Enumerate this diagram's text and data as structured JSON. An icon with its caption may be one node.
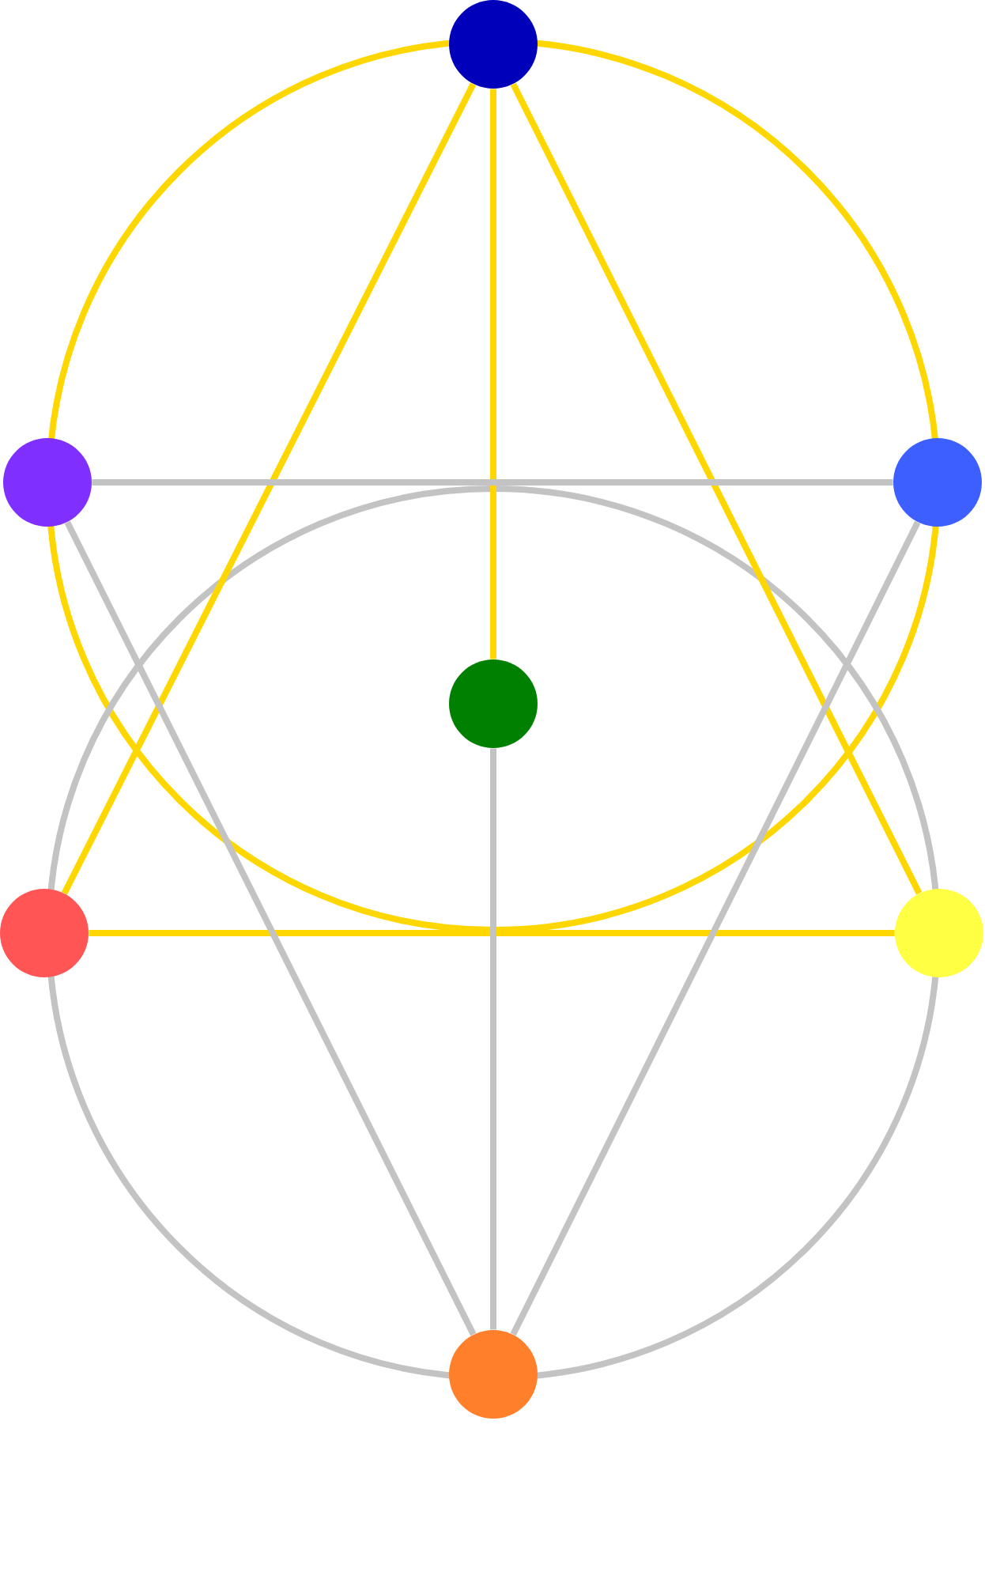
{
  "diagram": {
    "nodes": [
      {
        "text": [],
        "shape": "circle"
      },
      {
        "text": [],
        "shape": "circle"
      },
      {
        "text": [],
        "shape": "circle"
      },
      {
        "text": [],
        "shape": "circle"
      },
      {
        "text": [],
        "shape": "circle"
      },
      {
        "text": [],
        "shape": "circle"
      },
      {
        "text": [],
        "shape": "circle"
      }
    ],
    "edges": [
      {
        "from": 0,
        "to": 3,
        "arrow": "none",
        "color": "#ffd700"
      },
      {
        "from": 0,
        "to": 4,
        "arrow": "none",
        "color": "#ffd700"
      },
      {
        "from": 0,
        "to": 5,
        "arrow": "none",
        "color": "#ffd700"
      },
      {
        "from": 4,
        "to": 5,
        "arrow": "none",
        "color": "#ffd700"
      },
      {
        "from": 1,
        "to": 2,
        "arrow": "none",
        "color": "#c3c3c3"
      },
      {
        "from": 1,
        "to": 6,
        "arrow": "none",
        "color": "#c3c3c3"
      },
      {
        "from": 2,
        "to": 6,
        "arrow": "none",
        "color": "#c3c3c3"
      },
      {
        "from": 3,
        "to": 6,
        "arrow": "none",
        "color": "#c3c3c3"
      }
    ]
  }
}
